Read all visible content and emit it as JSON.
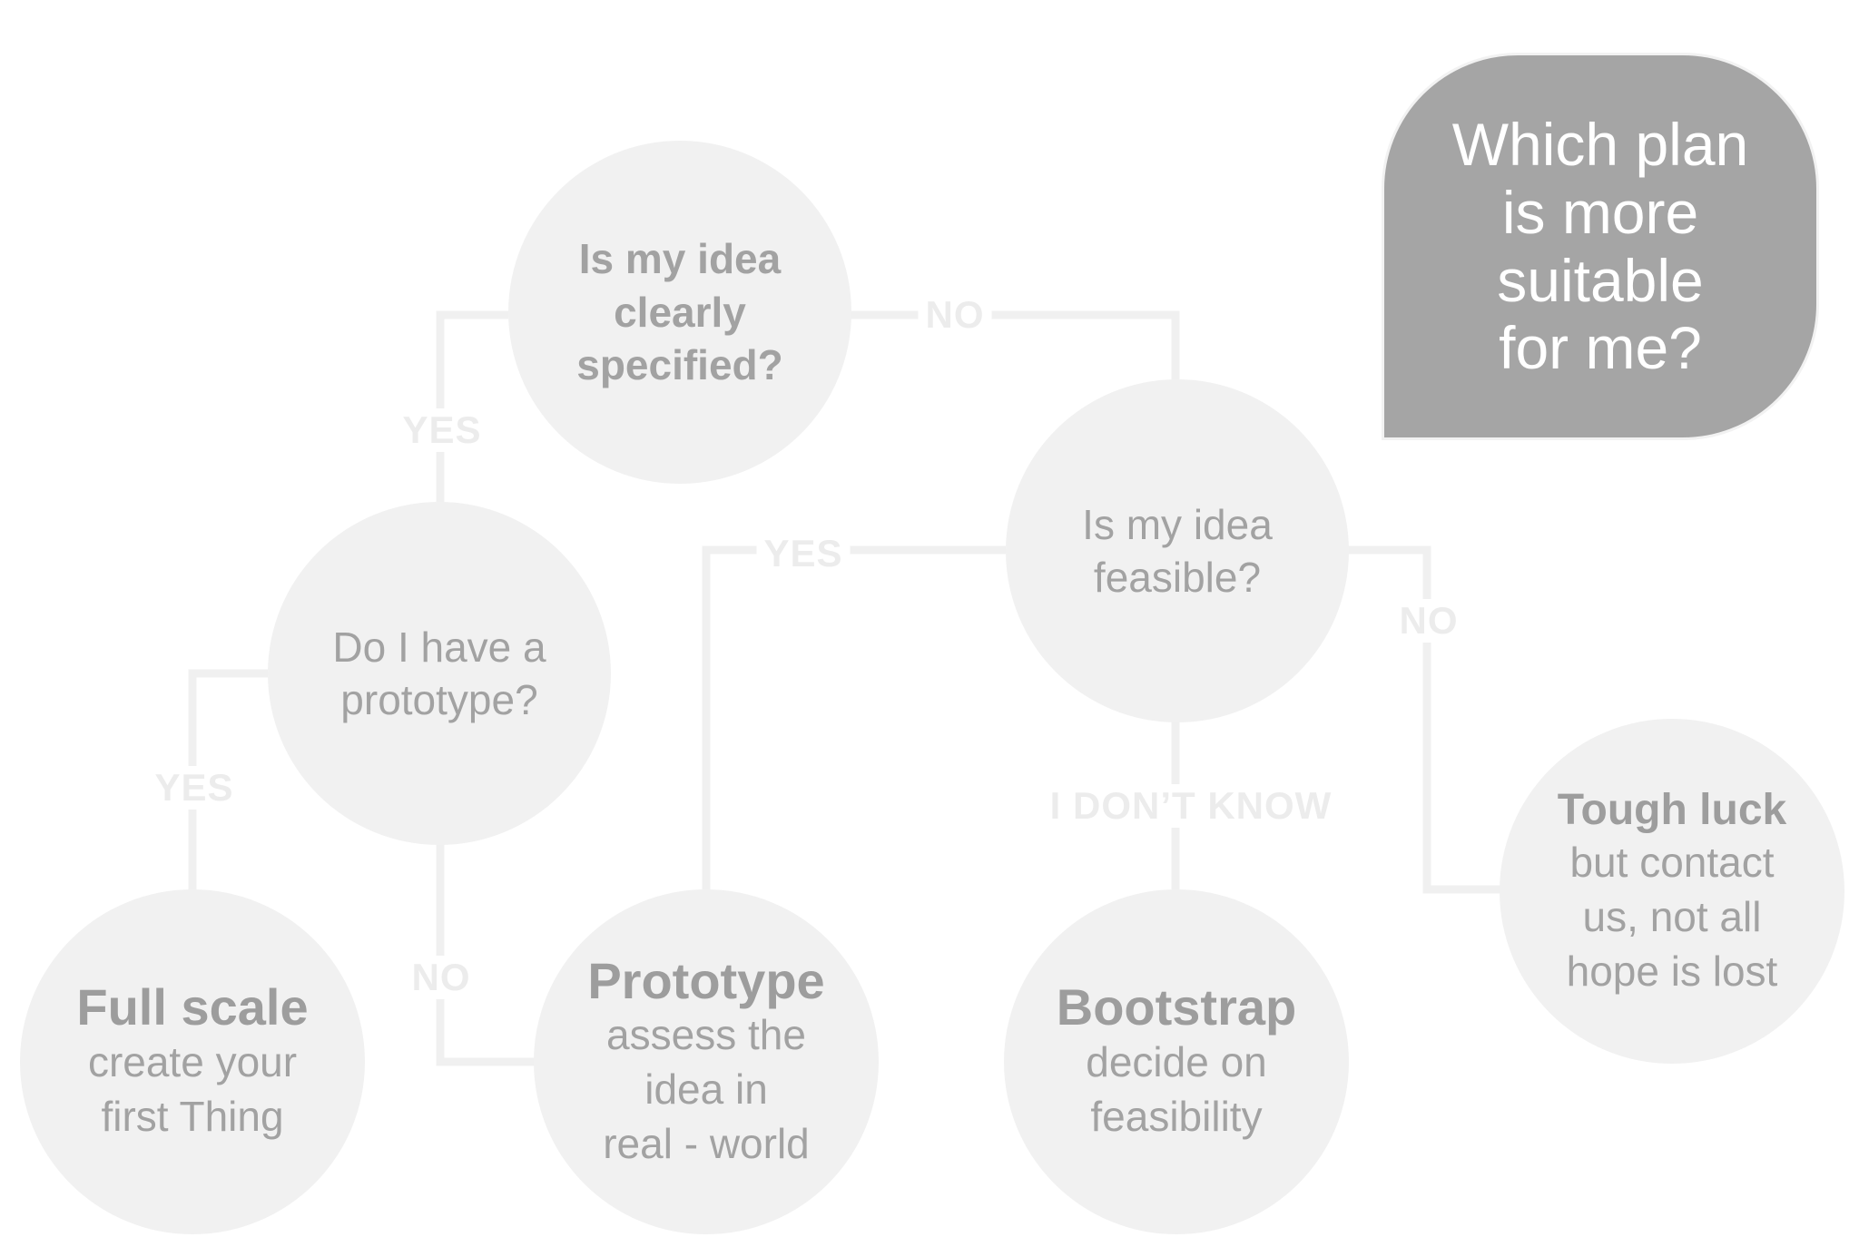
{
  "question": [
    "Which plan",
    "is more",
    "suitable",
    "for me?"
  ],
  "nodes": {
    "specified": [
      "Is my idea",
      "clearly",
      "specified?"
    ],
    "feasible": [
      "Is my idea",
      "feasible?"
    ],
    "prototype_q": [
      "Do I have a",
      "prototype?"
    ],
    "full_scale": {
      "title": "Full scale",
      "lines": [
        "create your",
        "first Thing"
      ]
    },
    "prototype": {
      "title": "Prototype",
      "lines": [
        "assess the",
        "idea in",
        "real - world"
      ]
    },
    "bootstrap": {
      "title": "Bootstrap",
      "lines": [
        "decide on",
        "feasibility"
      ]
    },
    "tough_luck": {
      "title": "Tough luck",
      "lines": [
        "but contact",
        "us, not all",
        "hope is lost"
      ]
    }
  },
  "edge_labels": {
    "specified_yes": "YES",
    "specified_no": "NO",
    "feasible_yes": "YES",
    "feasible_no": "NO",
    "feasible_unknown": "I DON’T KNOW",
    "prototype_yes": "YES",
    "prototype_no": "NO"
  },
  "colors": {
    "node_fill": "#f1f1f1",
    "node_text": "#a2a2a2",
    "connector": "#f0f0f0",
    "edge_label": "#ececec",
    "question_fill": "#a5a5a5",
    "question_text": "#ffffff"
  }
}
